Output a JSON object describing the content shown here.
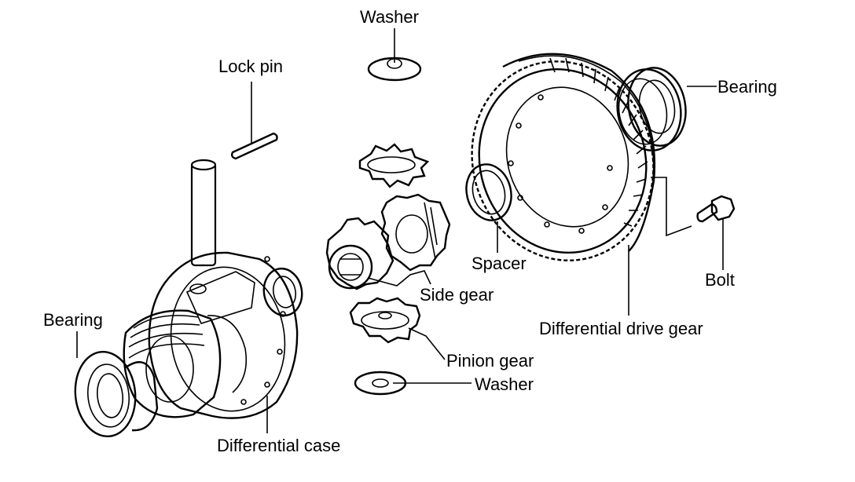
{
  "labels": {
    "washer_top": "Washer",
    "lock_pin": "Lock pin",
    "bearing_right": "Bearing",
    "bearing_left": "Bearing",
    "spacer": "Spacer",
    "bolt": "Bolt",
    "side_gear": "Side gear",
    "differential_drive_gear": "Differential drive gear",
    "pinion_gear": "Pinion gear",
    "washer_bottom": "Washer",
    "differential_case": "Differential case"
  },
  "colors": {
    "ink": "#000000",
    "paper": "#ffffff"
  }
}
